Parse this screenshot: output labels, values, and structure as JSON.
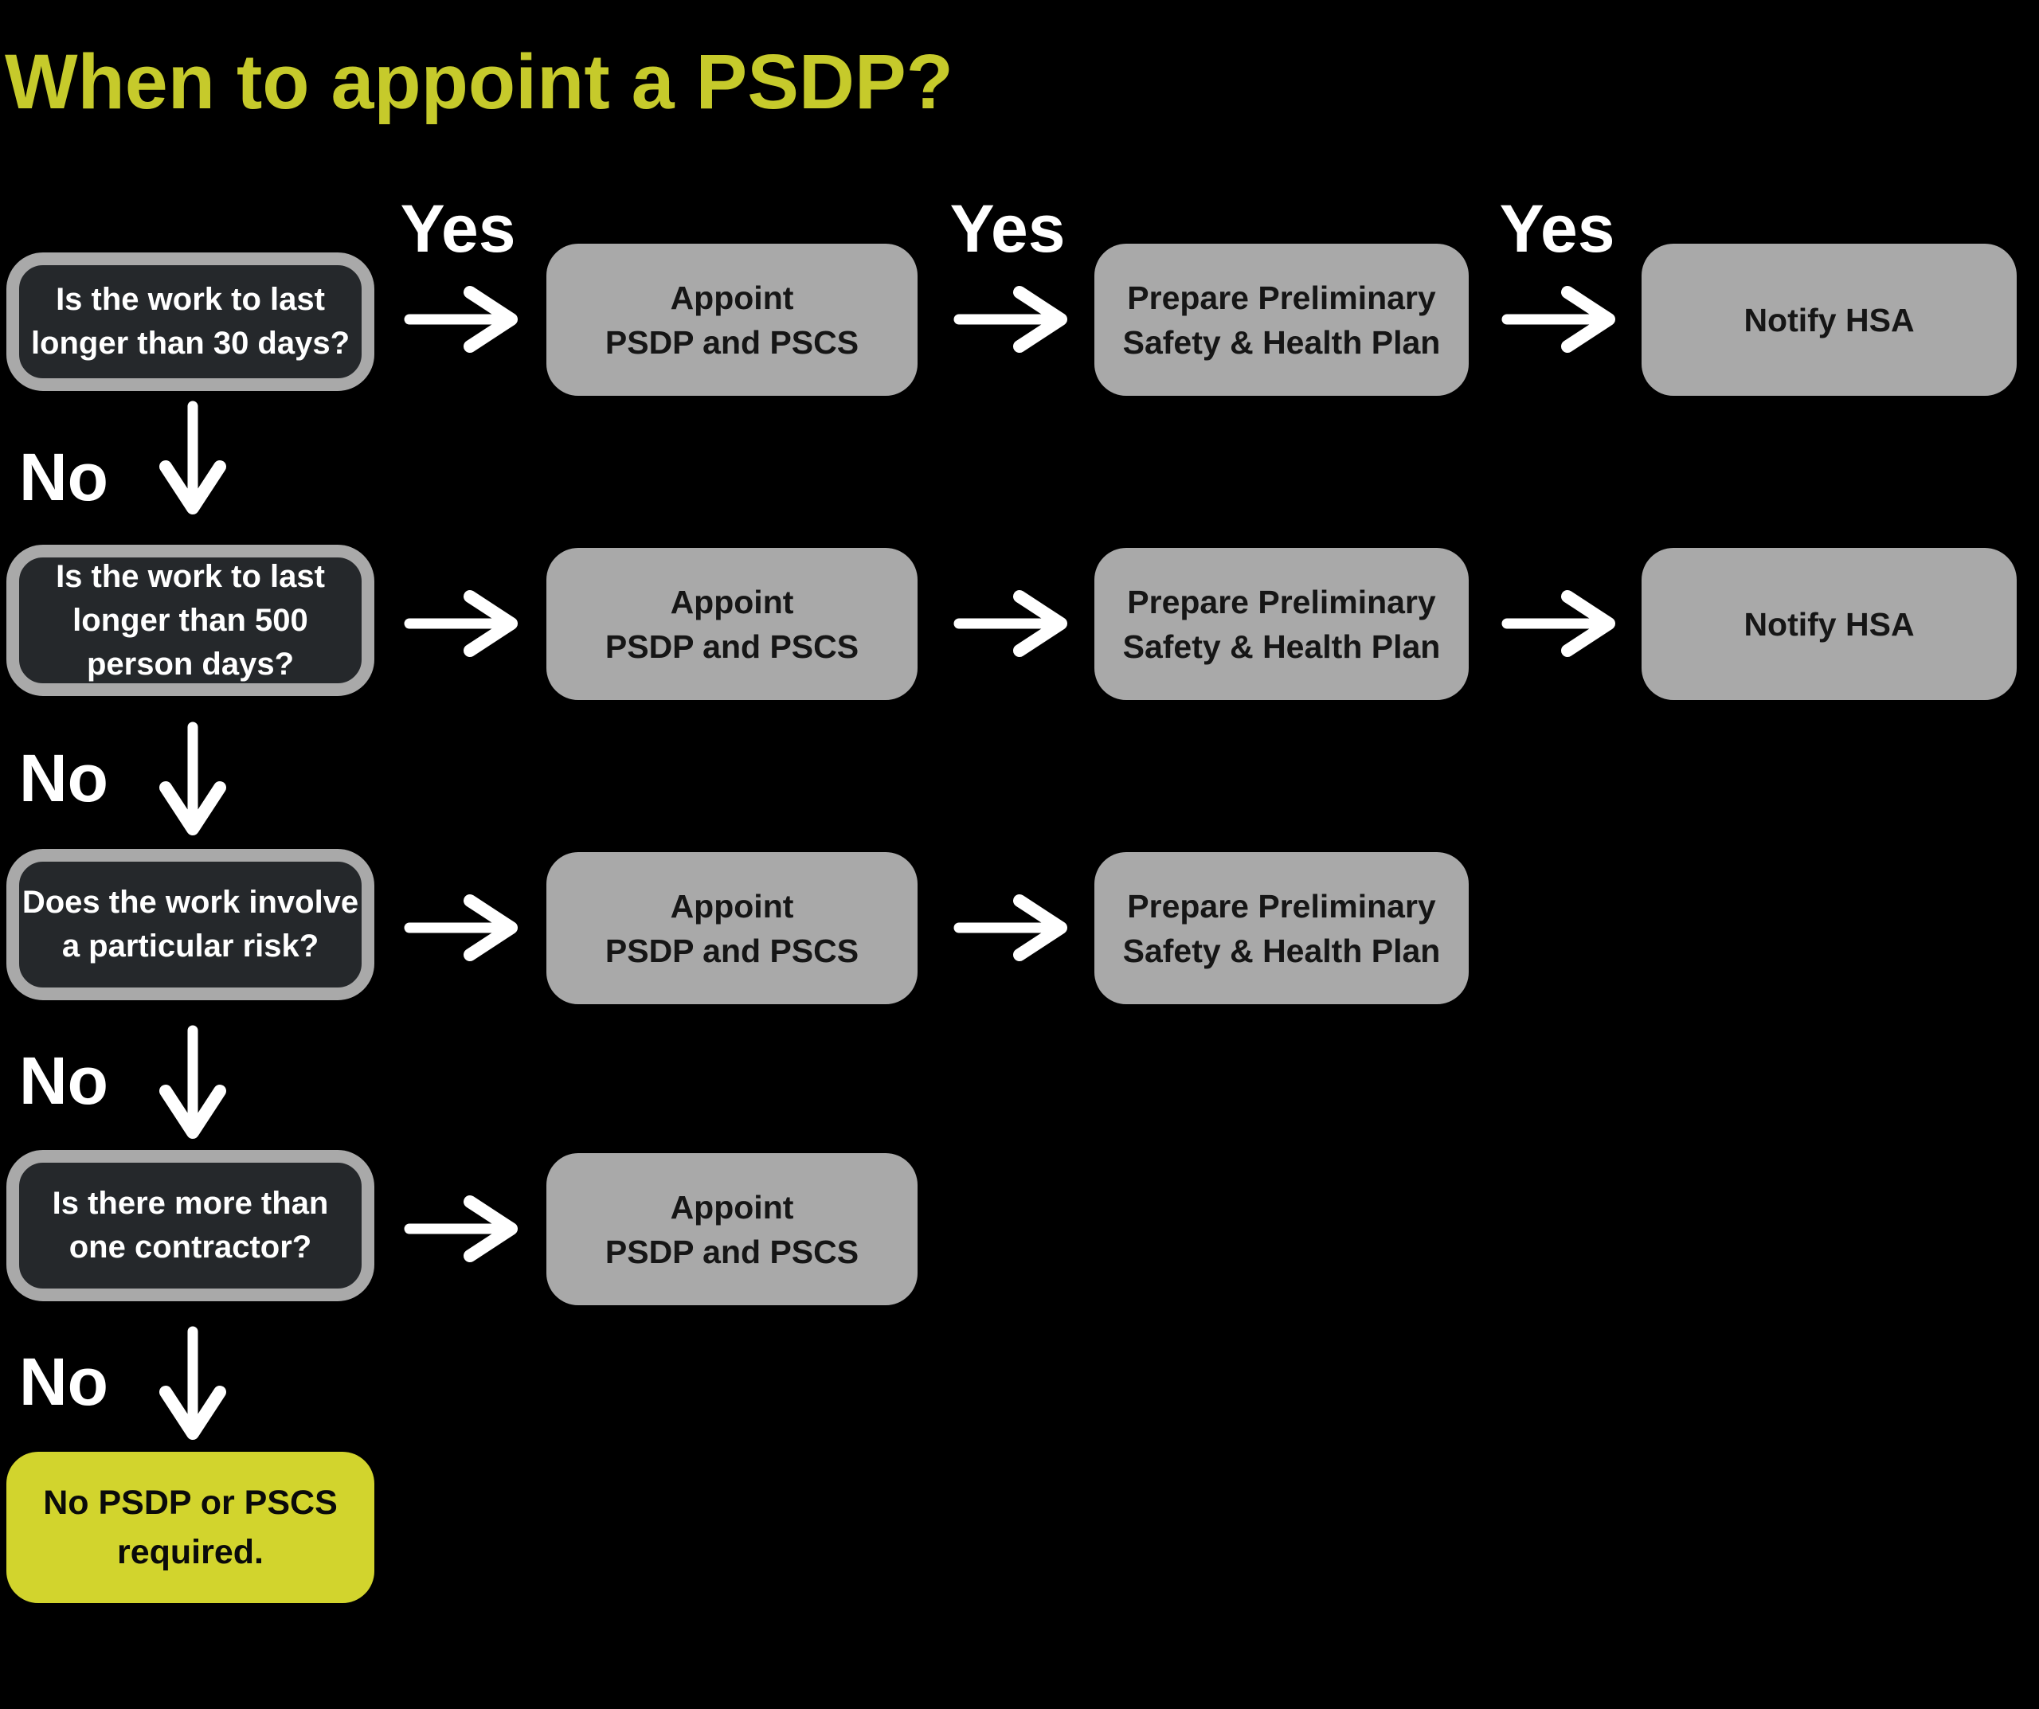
{
  "title": "When to appoint a PSDP?",
  "labels": {
    "yes": "Yes",
    "no": "No"
  },
  "colors": {
    "background": "#000000",
    "title_text": "#c6ca2b",
    "process_box": "#a9a9a9",
    "question_box_fill": "#25282b",
    "question_box_border": "#a9a9a9",
    "terminal_box": "#d2d42d",
    "light_text": "#ffffff",
    "dark_text": "#161616"
  },
  "flow": {
    "rows": [
      {
        "question": "Is the work to last\nlonger than 30 days?",
        "steps": [
          "Appoint\nPSDP and PSCS",
          "Prepare Preliminary\nSafety & Health Plan",
          "Notify HSA"
        ]
      },
      {
        "question": "Is the work to last\nlonger than 500\nperson days?",
        "steps": [
          "Appoint\nPSDP and PSCS",
          "Prepare Preliminary\nSafety & Health Plan",
          "Notify HSA"
        ]
      },
      {
        "question": "Does the work involve\na particular risk?",
        "steps": [
          "Appoint\nPSDP and PSCS",
          "Prepare Preliminary\nSafety & Health Plan"
        ]
      },
      {
        "question": "Is there more than\none contractor?",
        "steps": [
          "Appoint\nPSDP and PSCS"
        ]
      }
    ],
    "terminal": "No PSDP or PSCS\nrequired."
  }
}
